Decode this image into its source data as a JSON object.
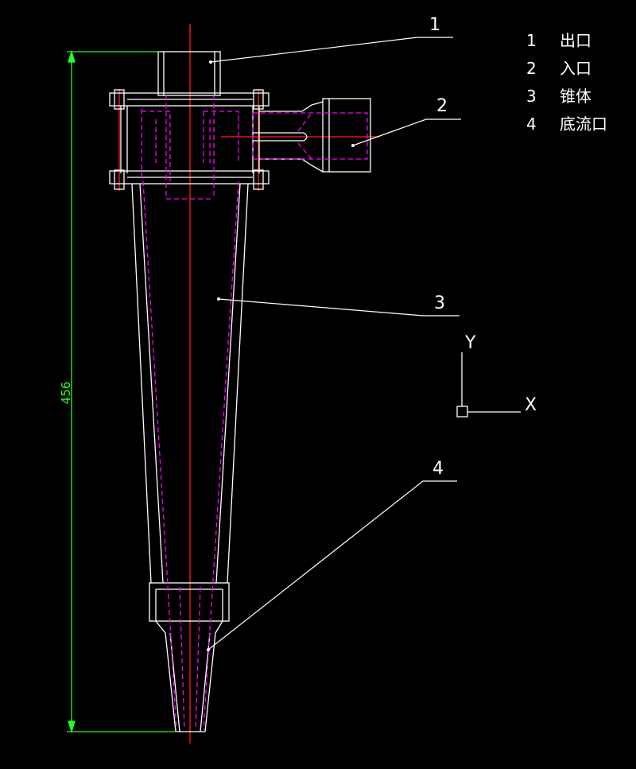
{
  "legend": [
    {
      "num": "1",
      "label": "出口"
    },
    {
      "num": "2",
      "label": "入口"
    },
    {
      "num": "3",
      "label": "锥体"
    },
    {
      "num": "4",
      "label": "底流口"
    }
  ],
  "callouts": [
    "1",
    "2",
    "3",
    "4"
  ],
  "dimension": {
    "value": "456"
  },
  "ucs": {
    "x_label": "X",
    "y_label": "Y"
  },
  "colors": {
    "background": "#000000",
    "outline": "#ffffff",
    "hidden_lines": "#ff00ff",
    "centerline": "#ff0000",
    "dimension": "#00ff00"
  }
}
